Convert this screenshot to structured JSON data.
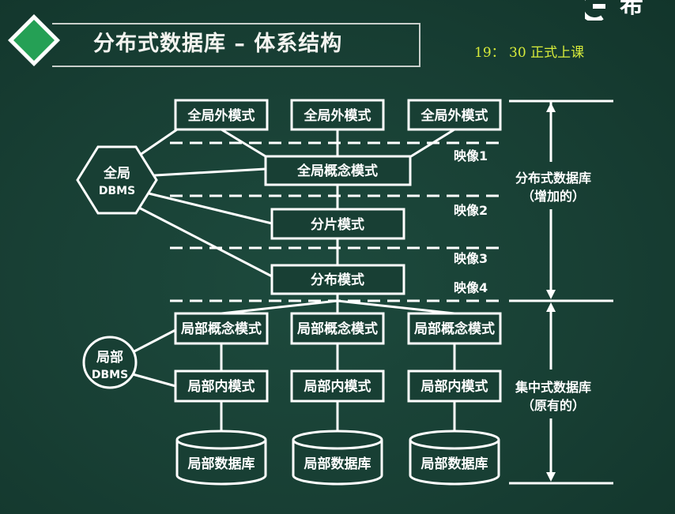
{
  "slide": {
    "title": "分布式数据库 – 体系结构",
    "note": "19： 30 正式上课",
    "logo_text": "希"
  },
  "diagram": {
    "global_external_schemas": [
      "全局外模式",
      "全局外模式",
      "全局外模式"
    ],
    "global_conceptual_schema": "全局概念模式",
    "fragment_schema": "分片模式",
    "allocation_schema": "分布模式",
    "local_conceptual_schemas": [
      "局部概念模式",
      "局部概念模式",
      "局部概念模式"
    ],
    "local_internal_schemas": [
      "局部内模式",
      "局部内模式",
      "局部内模式"
    ],
    "local_databases": [
      "局部数据库",
      "局部数据库",
      "局部数据库"
    ],
    "global_dbms": [
      "全局",
      "DBMS"
    ],
    "local_dbms": [
      "局部",
      "DBMS"
    ],
    "mappings": [
      "映像1",
      "映像2",
      "映像3",
      "映像4"
    ],
    "distributed_part": [
      "分布式数据库",
      "（增加的）"
    ],
    "centralized_part": [
      "集中式数据库",
      "（原有的）"
    ]
  },
  "colors": {
    "background": "#183f34",
    "line": "#ffffff",
    "note": "#d8ec3a",
    "diamond": "#25a055"
  }
}
